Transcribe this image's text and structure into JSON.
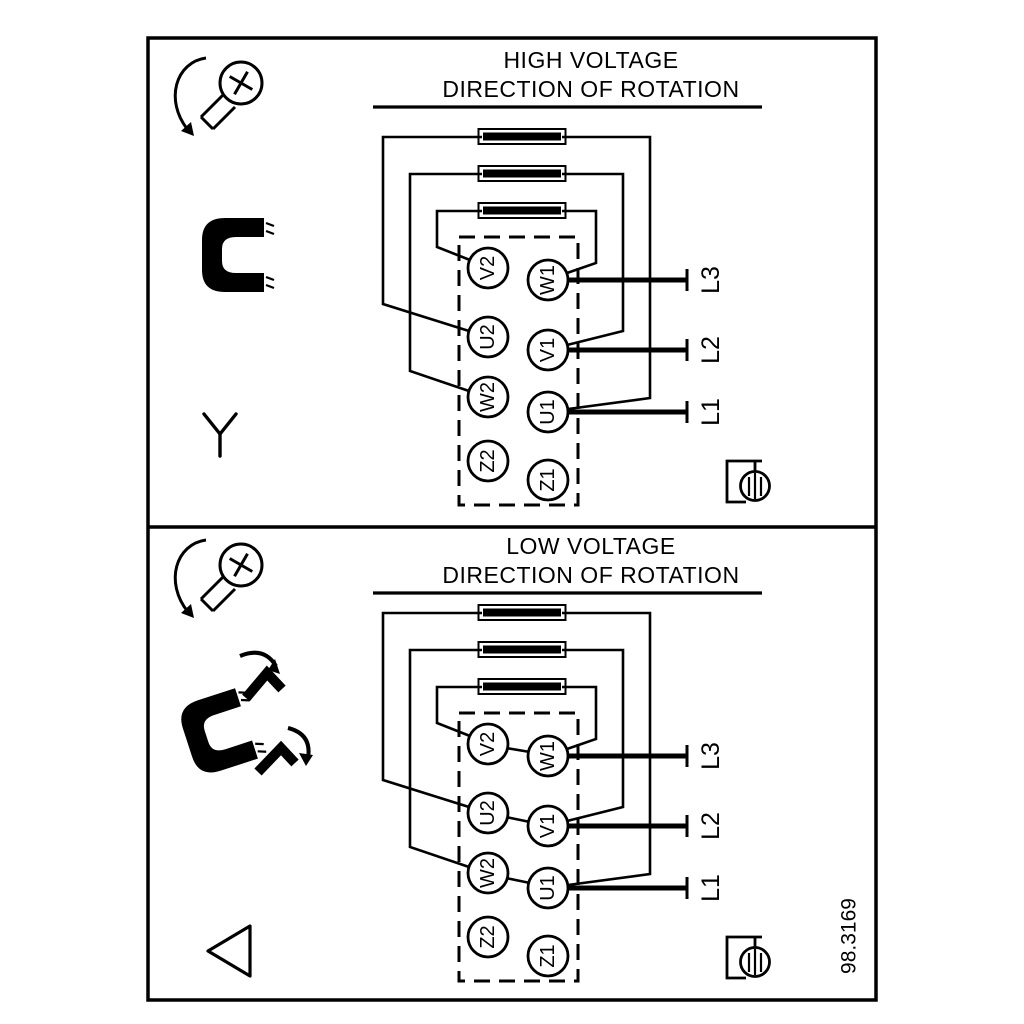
{
  "figure_number": "98.3169",
  "colors": {
    "ink": "#000000",
    "paper": "#ffffff"
  },
  "panel_high": {
    "title": "HIGH VOLTAGE",
    "subtitle": "DIRECTION OF ROTATION",
    "connection": "star",
    "terminals_left": [
      "V2",
      "U2",
      "W2",
      "Z2"
    ],
    "terminals_right": [
      "W1",
      "V1",
      "U1",
      "Z1"
    ],
    "supply_lines": [
      "L3",
      "L2",
      "L1"
    ]
  },
  "panel_low": {
    "title": "LOW VOLTAGE",
    "subtitle": "DIRECTION OF ROTATION",
    "connection": "delta",
    "terminals_left": [
      "V2",
      "U2",
      "W2",
      "Z2"
    ],
    "terminals_right": [
      "W1",
      "V1",
      "U1",
      "Z1"
    ],
    "supply_lines": [
      "L3",
      "L2",
      "L1"
    ]
  },
  "icons": {
    "screw": "screw-rotation-icon",
    "link": "terminal-link-icon",
    "star": "star-connection-icon",
    "delta": "delta-connection-icon",
    "earth": "earth-terminal-icon"
  }
}
